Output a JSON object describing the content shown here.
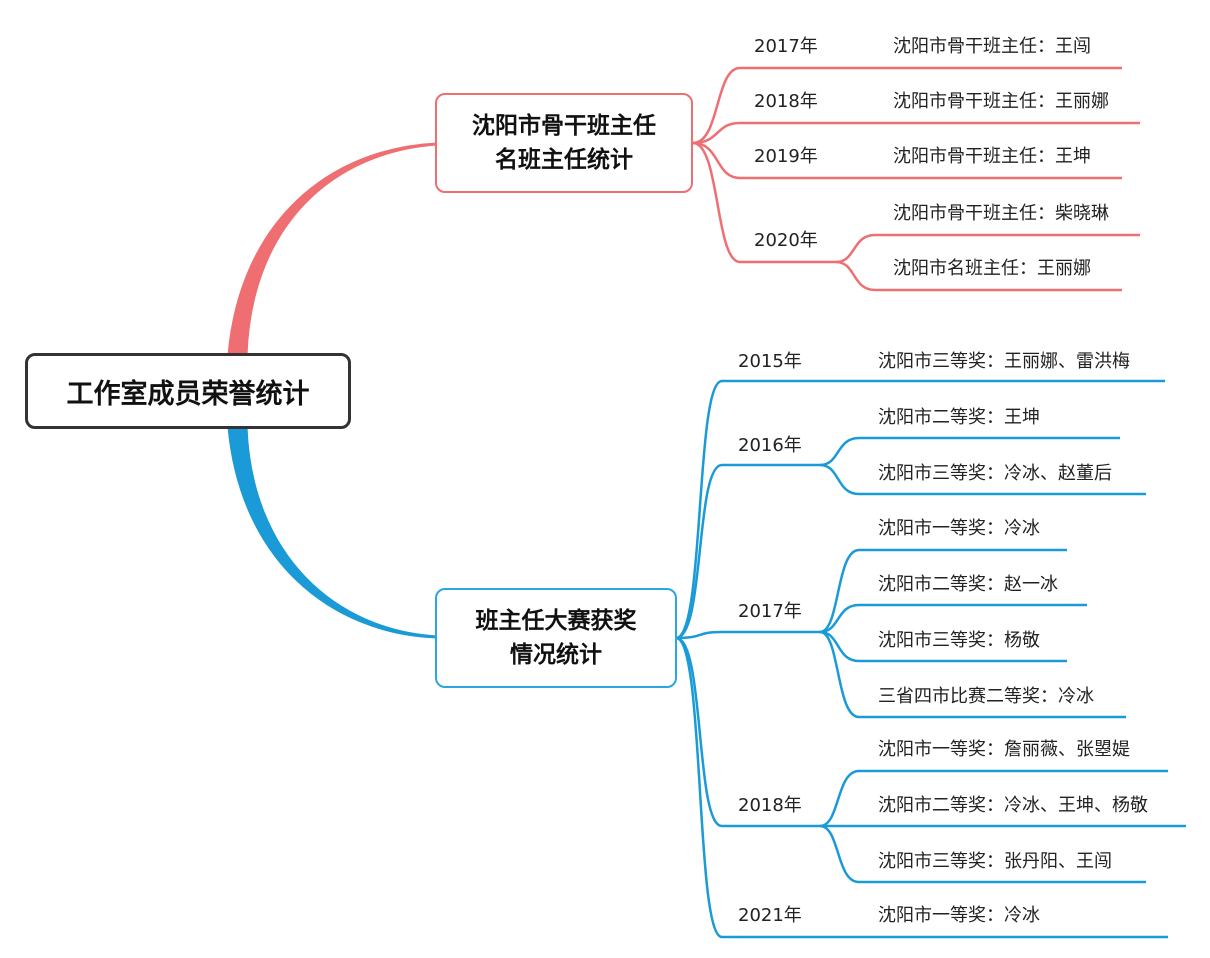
{
  "root": {
    "label": "工作室成员荣誉统计"
  },
  "branches": [
    {
      "title_lines": [
        "沈阳市骨干班主任",
        "名班主任统计"
      ],
      "color": "#ef6e72",
      "groups": [
        {
          "year": "2017年",
          "items": [
            "沈阳市骨干班主任：王闯"
          ]
        },
        {
          "year": "2018年",
          "items": [
            "沈阳市骨干班主任：王丽娜"
          ]
        },
        {
          "year": "2019年",
          "items": [
            "沈阳市骨干班主任：王坤"
          ]
        },
        {
          "year": "2020年",
          "items": [
            "沈阳市骨干班主任：柴晓琳",
            "沈阳市名班主任：王丽娜"
          ]
        }
      ]
    },
    {
      "title_lines": [
        "班主任大赛获奖",
        "情况统计"
      ],
      "color": "#1a9ad6",
      "groups": [
        {
          "year": "2015年",
          "items": [
            "沈阳市三等奖：王丽娜、雷洪梅"
          ]
        },
        {
          "year": "2016年",
          "items": [
            "沈阳市二等奖：王坤",
            "沈阳市三等奖：冷冰、赵董后"
          ]
        },
        {
          "year": "2017年",
          "items": [
            "沈阳市一等奖：冷冰",
            "沈阳市二等奖：赵一冰",
            "沈阳市三等奖：杨敬",
            "三省四市比赛二等奖：冷冰"
          ]
        },
        {
          "year": "2018年",
          "items": [
            "沈阳市一等奖：詹丽薇、张曌媞",
            "沈阳市二等奖：冷冰、王坤、杨敬",
            "沈阳市三等奖：张丹阳、王闯"
          ]
        },
        {
          "year": "2021年",
          "items": [
            "沈阳市一等奖：冷冰"
          ]
        }
      ]
    }
  ]
}
